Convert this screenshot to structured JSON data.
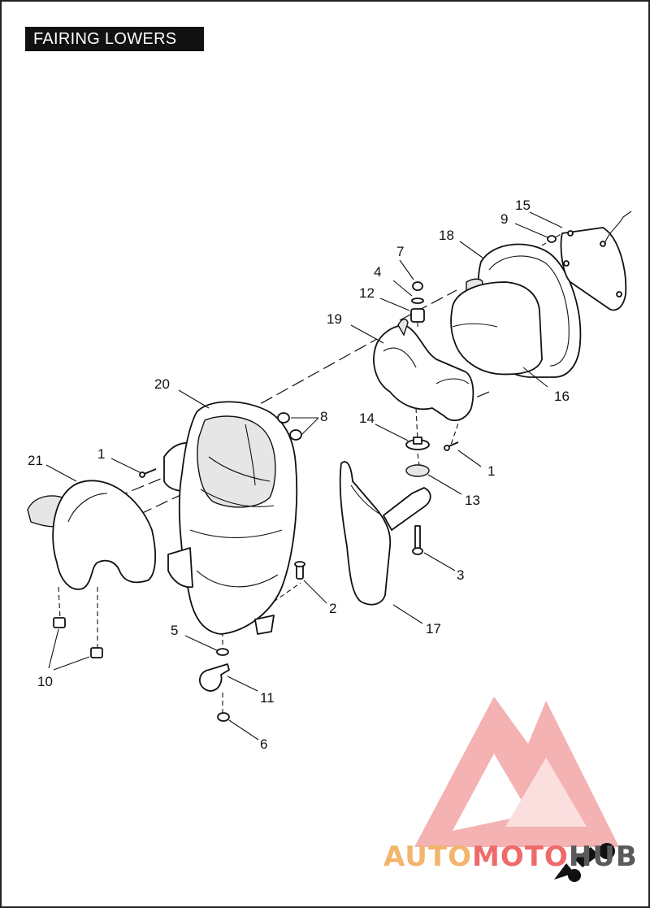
{
  "title": "FAIRING LOWERS",
  "callouts": [
    {
      "id": "c1a",
      "text": "1"
    },
    {
      "id": "c1b",
      "text": "1"
    },
    {
      "id": "c2",
      "text": "2"
    },
    {
      "id": "c3",
      "text": "3"
    },
    {
      "id": "c4",
      "text": "4"
    },
    {
      "id": "c5",
      "text": "5"
    },
    {
      "id": "c6",
      "text": "6"
    },
    {
      "id": "c7",
      "text": "7"
    },
    {
      "id": "c8",
      "text": "8"
    },
    {
      "id": "c9",
      "text": "9"
    },
    {
      "id": "c10",
      "text": "10"
    },
    {
      "id": "c11",
      "text": "11"
    },
    {
      "id": "c12",
      "text": "12"
    },
    {
      "id": "c13",
      "text": "13"
    },
    {
      "id": "c14",
      "text": "14"
    },
    {
      "id": "c15",
      "text": "15"
    },
    {
      "id": "c16",
      "text": "16"
    },
    {
      "id": "c17",
      "text": "17"
    },
    {
      "id": "c18",
      "text": "18"
    },
    {
      "id": "c19",
      "text": "19"
    },
    {
      "id": "c20",
      "text": "20"
    },
    {
      "id": "c21",
      "text": "21"
    }
  ],
  "watermark": {
    "part1": "AUTO",
    "part2": "MOTO",
    "part3": "HUB",
    "colors": {
      "light": "#f3b56c",
      "red": "#ef6b6b",
      "dark": "#5a5a5a",
      "triangle": "#f2a0a0"
    }
  }
}
